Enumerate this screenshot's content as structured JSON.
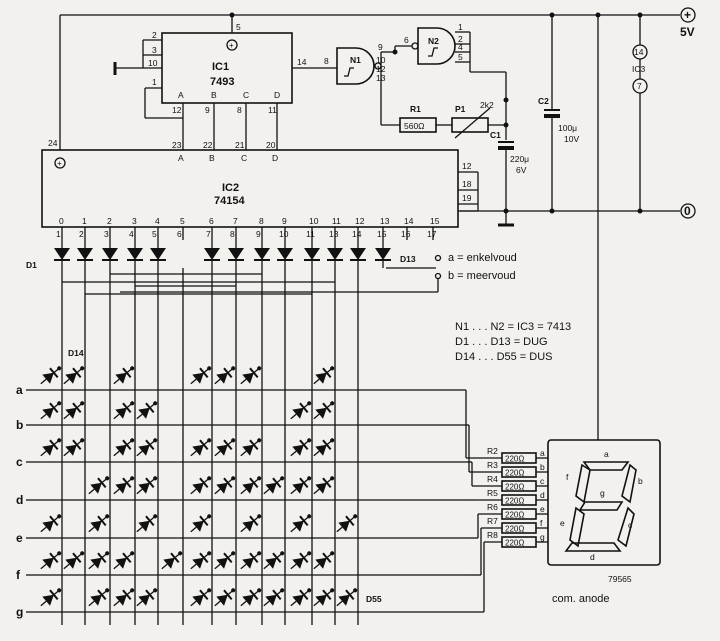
{
  "ic1": {
    "name": "IC1",
    "part": "7493",
    "pins_left": [
      "2",
      "3",
      "10",
      "1"
    ],
    "pin_top": "5",
    "pin_out": "14",
    "pins_bottom": [
      "12",
      "9",
      "8",
      "11"
    ],
    "outputs": [
      "A",
      "B",
      "C",
      "D"
    ]
  },
  "ic2": {
    "name": "IC2",
    "part": "74154",
    "pin_top": "24",
    "inputs_pins": [
      "23",
      "22",
      "21",
      "20"
    ],
    "inputs": [
      "A",
      "B",
      "C",
      "D"
    ],
    "pins_right": [
      "12",
      "18",
      "19"
    ],
    "outputs": [
      "0",
      "1",
      "2",
      "3",
      "4",
      "5",
      "6",
      "7",
      "8",
      "9",
      "10",
      "11",
      "12",
      "13",
      "14",
      "15"
    ],
    "output_pins": [
      "1",
      "2",
      "3",
      "4",
      "5",
      "6",
      "7",
      "8",
      "9",
      "10",
      "11",
      "13",
      "14",
      "15",
      "16",
      "17"
    ]
  },
  "n1": {
    "name": "N1",
    "pins": [
      "8",
      "9",
      "10",
      "12",
      "13"
    ]
  },
  "n2": {
    "name": "N2",
    "pins": [
      "6",
      "1",
      "2",
      "4",
      "5"
    ]
  },
  "r1": {
    "name": "R1",
    "value": "560Ω"
  },
  "p1": {
    "name": "P1",
    "value": "2k2"
  },
  "c1": {
    "name": "C1",
    "value": "220μ",
    "voltage": "6V"
  },
  "c2": {
    "name": "C2",
    "value": "100μ",
    "voltage": "10V"
  },
  "ic3": {
    "name": "IC3",
    "pin_vcc": "14",
    "pin_gnd": "7"
  },
  "supply": {
    "plus": "+",
    "voltage": "5V",
    "ground": "0"
  },
  "diodes": {
    "first": "D1",
    "last": "D13",
    "matrix_first": "D14",
    "matrix_last": "D55"
  },
  "switch": {
    "a": "a = enkelvoud",
    "b": "b = meervoud"
  },
  "notes": [
    "N1 . . . N2 = IC3 = 7413",
    "D1 . . . D13 = DUG",
    "D14 . . . D55 = DUS"
  ],
  "rows": [
    "a",
    "b",
    "c",
    "d",
    "e",
    "f",
    "g"
  ],
  "resistors": [
    {
      "name": "R2",
      "value": "220Ω",
      "seg": "a"
    },
    {
      "name": "R3",
      "value": "220Ω",
      "seg": "b"
    },
    {
      "name": "R4",
      "value": "220Ω",
      "seg": "c"
    },
    {
      "name": "R5",
      "value": "220Ω",
      "seg": "d"
    },
    {
      "name": "R6",
      "value": "220Ω",
      "seg": "e"
    },
    {
      "name": "R7",
      "value": "220Ω",
      "seg": "f"
    },
    {
      "name": "R8",
      "value": "220Ω",
      "seg": "g"
    }
  ],
  "display": {
    "segments": [
      "a",
      "b",
      "c",
      "d",
      "e",
      "f",
      "g"
    ],
    "code": "79565",
    "type": "com. anode"
  }
}
